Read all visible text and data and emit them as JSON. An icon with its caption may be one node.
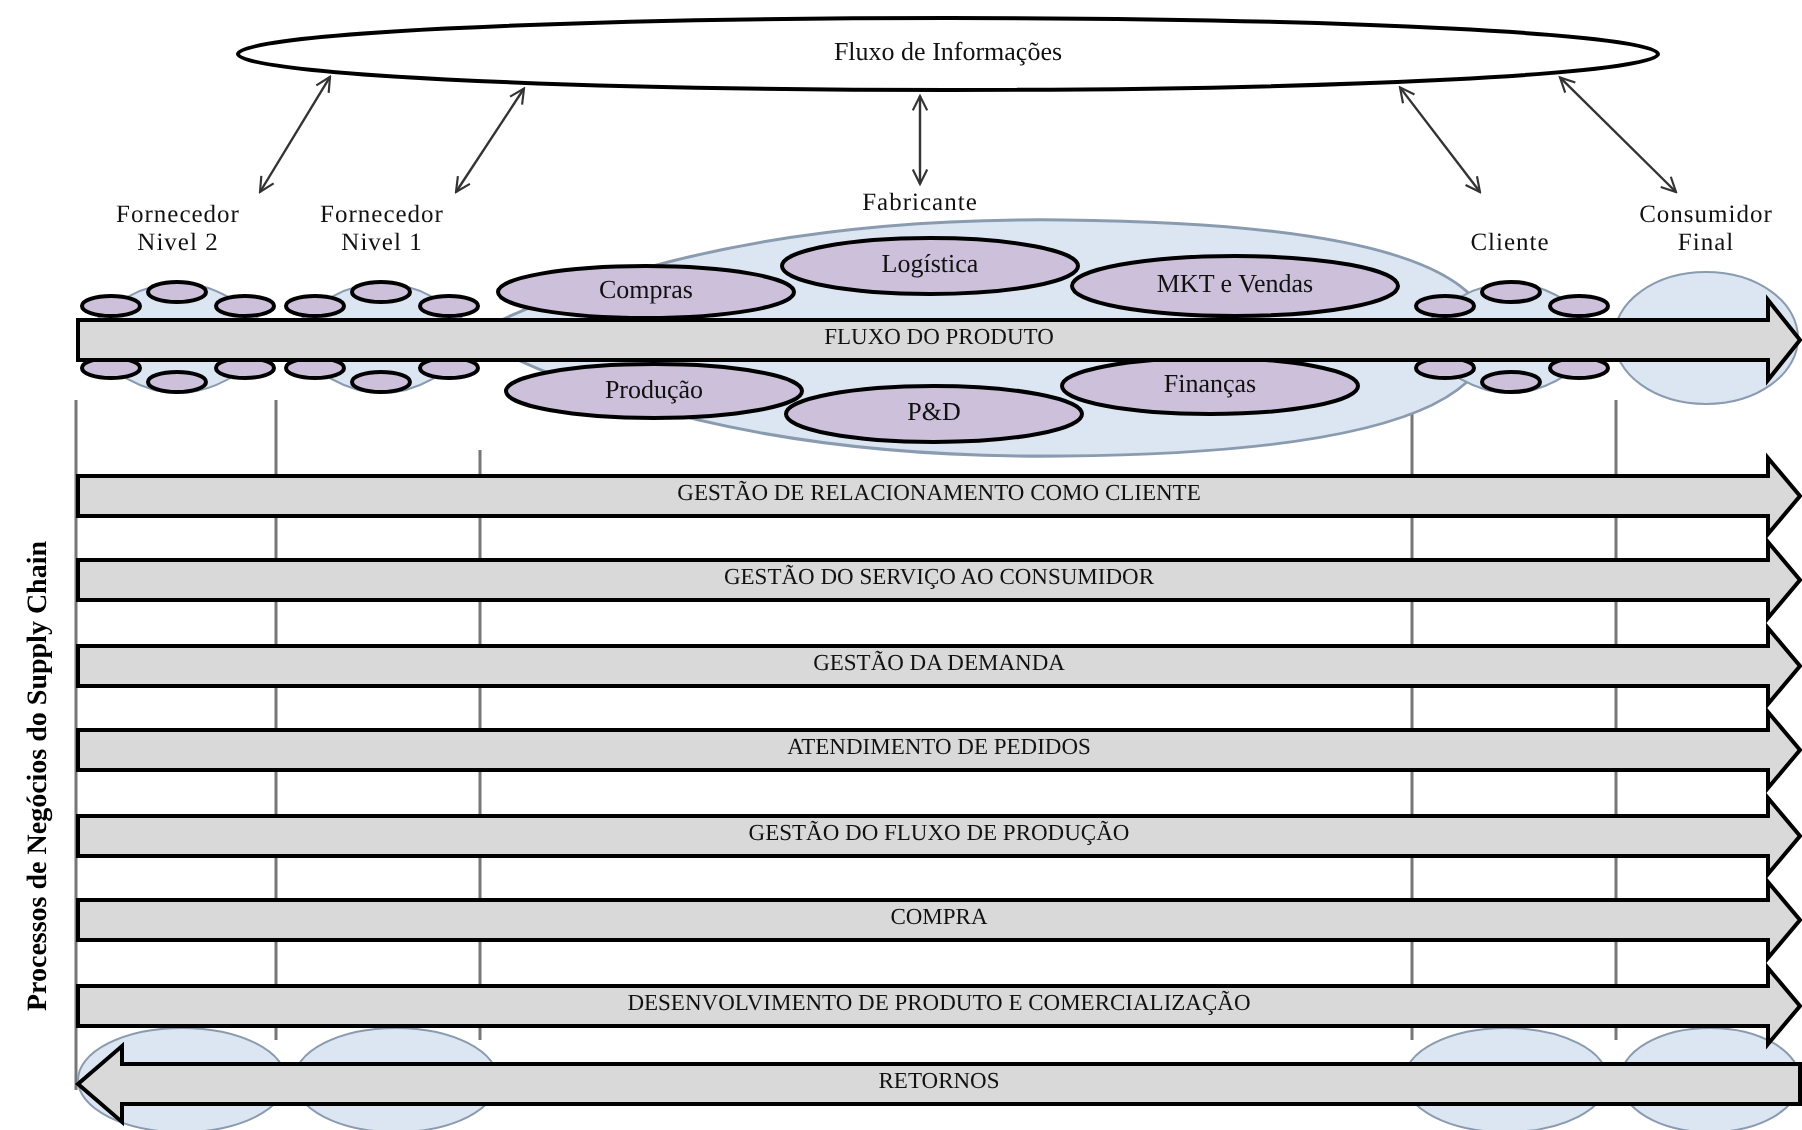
{
  "diagram": {
    "nodes": [
      {
        "text": [
          "Fluxo de Informações"
        ]
      },
      {
        "text": [
          "Fornecedor Nivel 2"
        ]
      },
      {
        "text": [],
        "shape": "ellipse",
        "in": 1
      },
      {
        "text": [],
        "shape": "ellipse",
        "in": 1
      },
      {
        "text": [],
        "shape": "ellipse",
        "in": 1
      },
      {
        "text": [],
        "shape": "ellipse",
        "in": 1
      },
      {
        "text": [],
        "shape": "ellipse",
        "in": 1
      },
      {
        "text": [],
        "shape": "ellipse",
        "in": 1
      },
      {
        "text": [
          "Fornecedor Nivel 1"
        ]
      },
      {
        "text": [],
        "shape": "ellipse",
        "in": 8
      },
      {
        "text": [],
        "shape": "ellipse",
        "in": 8
      },
      {
        "text": [],
        "shape": "ellipse",
        "in": 8
      },
      {
        "text": [],
        "shape": "ellipse",
        "in": 8
      },
      {
        "text": [],
        "shape": "ellipse",
        "in": 8
      },
      {
        "text": [],
        "shape": "ellipse",
        "in": 8
      },
      {
        "text": [
          "Fabricante"
        ]
      },
      {
        "text": [
          "Compras"
        ],
        "in": 15
      },
      {
        "text": [
          "Logística"
        ],
        "in": 15
      },
      {
        "text": [
          "MKT e Vendas"
        ],
        "in": 15
      },
      {
        "text": [
          "Produção"
        ],
        "in": 15
      },
      {
        "text": [
          "P&D"
        ],
        "in": 15
      },
      {
        "text": [
          "Finanças"
        ],
        "in": 15
      },
      {
        "text": [
          "Cliente"
        ]
      },
      {
        "text": [],
        "shape": "ellipse",
        "in": 22
      },
      {
        "text": [],
        "shape": "ellipse",
        "in": 22
      },
      {
        "text": [],
        "shape": "ellipse",
        "in": 22
      },
      {
        "text": [],
        "shape": "ellipse"
      },
      {
        "text": [],
        "shape": "ellipse",
        "in": 22
      },
      {
        "text": [],
        "shape": "ellipse",
        "in": 22
      },
      {
        "text": [
          "Consumidor Final"
        ]
      },
      {
        "text": [
          "FLUXO DO PRODUTO"
        ]
      },
      {
        "text": [
          "GESTÃO DE RELACIONAMENTO COMO CLIENTE"
        ]
      },
      {
        "text": [
          "GESTÃO DO SERVIÇO AO CONSUMIDOR"
        ]
      },
      {
        "text": [
          "GESTÃO DA DEMANDA"
        ]
      },
      {
        "text": [
          "ATENDIMENTO DE PEDIDOS"
        ]
      },
      {
        "text": [
          "GESTÃO DO FLUXO DE PRODUÇÃO"
        ]
      },
      {
        "text": [
          "COMPRA"
        ]
      },
      {
        "text": [
          "DESENVOLVIMENTO DE PRODUTO E COMERCIALIZAÇÃO"
        ]
      },
      {
        "text": [
          "RETORNOS"
        ]
      },
      {
        "text": [],
        "shape": "ellipse"
      },
      {
        "text": [],
        "shape": "ellipse"
      },
      {
        "text": [],
        "shape": "ellipse"
      },
      {
        "text": [],
        "shape": "ellipse"
      }
    ],
    "edges": [
      {
        "from": 0,
        "to": 1,
        "arrow": "both"
      },
      {
        "from": 0,
        "to": 8,
        "arrow": "both"
      },
      {
        "from": 0,
        "to": 15,
        "arrow": "both"
      },
      {
        "from": 0,
        "to": 22,
        "arrow": "both"
      },
      {
        "from": 0,
        "to": 29,
        "arrow": "both"
      }
    ],
    "labels": [
      "Processos de Negócios do Supply Chain"
    ]
  }
}
